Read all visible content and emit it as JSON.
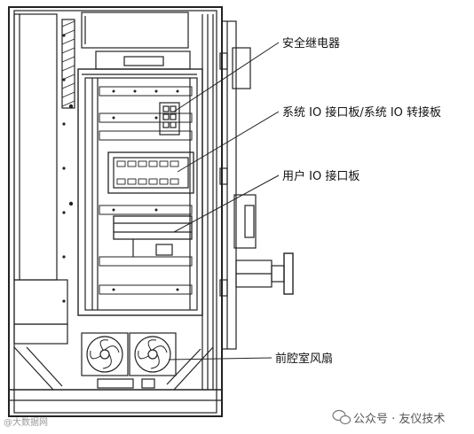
{
  "labels": {
    "safety_relay": "安全继电器",
    "system_io_board": "系统 IO 接口板/系统 IO 转接板",
    "user_io_board": "用户 IO 接口板",
    "front_fans": "前腔室风扇"
  },
  "watermark": {
    "source": "公众号 · 友仪技术",
    "icon": "wechat-icon",
    "left_mark": "@大数据网"
  }
}
